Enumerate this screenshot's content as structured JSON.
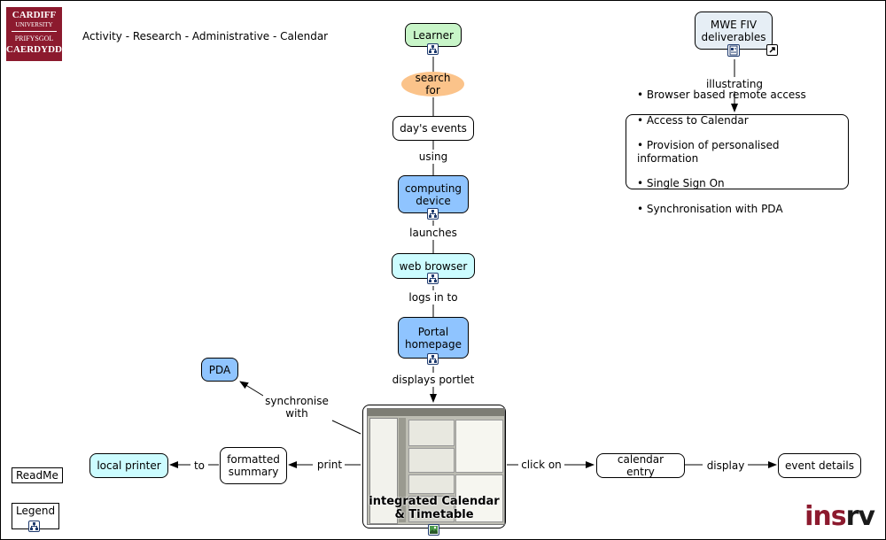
{
  "header": {
    "logo_lines": [
      "CARDIFF",
      "UNIVERSITY",
      "PRIFYSGOL",
      "CAERDYDD"
    ],
    "subtitle": "Activity - Research - Administrative - Calendar"
  },
  "nodes": {
    "learner": "Learner",
    "search_for": "search for",
    "days_events": "day's events",
    "computing_device": "computing\ndevice",
    "web_browser": "web browser",
    "portal_homepage": "Portal\nhomepage",
    "pda": "PDA",
    "integrated_calendar": "integrated\nCalendar & Timetable",
    "formatted_summary": "formatted\nsummary",
    "local_printer": "local printer",
    "calendar_entry": "calendar entry",
    "event_details": "event details",
    "mwe_fiv": "MWE FIV\ndeliverables"
  },
  "links": {
    "using": "using",
    "launches": "launches",
    "logs_in_to": "logs in to",
    "displays_portlet": "displays portlet",
    "synchronise_with": "synchronise\nwith",
    "print": "print",
    "to": "to",
    "click_on": "click on",
    "display": "display",
    "illustrating": "illustrating"
  },
  "deliverables": [
    "Browser based remote access",
    "Access to Calendar",
    "Provision of personalised information",
    "Single Sign On",
    "Synchronisation with PDA"
  ],
  "footer": {
    "readme": "ReadMe",
    "legend": "Legend",
    "brand_a": "ins",
    "brand_b": "rv"
  },
  "colors": {
    "brand": "#8c1a2e",
    "learner_fill": "#c8f5c8",
    "device_fill": "#8fc4ff",
    "browser_fill": "#ccfcff",
    "search_fill": "#fbc38a"
  }
}
